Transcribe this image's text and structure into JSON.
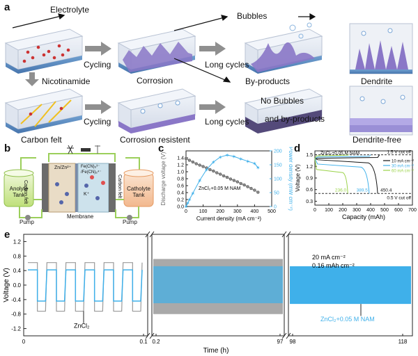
{
  "panel_a": {
    "letter": "a",
    "top_labels": {
      "electrolyte": "Electrolyte",
      "cycling": "Cycling",
      "corrosion": "Corrosion",
      "bubbles": "Bubbles",
      "long_cycles": "Long cycles",
      "by_products": "By-products",
      "dendrite": "Dendrite"
    },
    "bottom_labels": {
      "nicotinamide": "Nicotinamide",
      "carbon_felt": "Carbon felt",
      "cycling": "Cycling",
      "corrosion_resistent": "Corrosion resistent",
      "long_cycles": "Long cycles",
      "no_bubbles_1": "No Bubbles",
      "no_bubbles_2": "and by-products",
      "dendrite_free": "Dendrite-free"
    }
  },
  "panel_b": {
    "letter": "b",
    "anolyte": "Anolyte Tank",
    "catholyte": "Catholyte Tank",
    "carbon_felt_left": "Carbon felt",
    "carbon_felt_right": "Carbon felt",
    "zn_couple": "Zn/Zn²⁺",
    "fe_couple_1": "Fe(CN)₆³⁻",
    "fe_couple_2": "/Fe(CN)₆⁴⁻",
    "membrane": "Membrane",
    "pump_left": "Pump",
    "pump_right": "Pump",
    "k_label": "K⁺"
  },
  "chart_data": [
    {
      "id": "c",
      "letter": "c",
      "type": "line",
      "annotation": "ZnCl₂+0.05 M NAM",
      "xlabel": "Current density (mA cm⁻²)",
      "ylabel": "Discharge voltage (V)",
      "y2label": "Power density (mW cm⁻²)",
      "xlim": [
        0,
        500
      ],
      "ylim": [
        0,
        1.6
      ],
      "y2lim": [
        0,
        200
      ],
      "xticks": [
        "0",
        "100",
        "200",
        "300",
        "400",
        "500"
      ],
      "yticks": [
        "0.0",
        "0.2",
        "0.4",
        "0.6",
        "0.8",
        "1.0",
        "1.2",
        "1.4"
      ],
      "y2ticks": [
        "0",
        "50",
        "100",
        "150",
        "200"
      ],
      "voltage": {
        "color": "#777777",
        "x": [
          0,
          20,
          40,
          60,
          80,
          100,
          120,
          140,
          160,
          180,
          200,
          220,
          240,
          260,
          280,
          300,
          320,
          340,
          360,
          380,
          400,
          420
        ],
        "y": [
          1.38,
          1.33,
          1.28,
          1.23,
          1.19,
          1.15,
          1.11,
          1.06,
          1.02,
          0.97,
          0.93,
          0.88,
          0.84,
          0.79,
          0.75,
          0.71,
          0.66,
          0.62,
          0.57,
          0.52,
          0.47,
          0.41
        ]
      },
      "power": {
        "color": "#3fb0ea",
        "x": [
          0,
          10,
          20,
          40,
          80,
          120,
          160,
          200,
          240,
          280,
          320,
          360,
          400,
          420
        ],
        "y": [
          0,
          12,
          25,
          48,
          94,
          133,
          160,
          178,
          185,
          180,
          171,
          163,
          155,
          140
        ]
      }
    },
    {
      "id": "d",
      "letter": "d",
      "type": "line",
      "title_text": "ZnCl₂+0.05 M NAM",
      "xlabel": "Capacity (mAh)",
      "ylabel": "Voltage (V)",
      "xlim": [
        0,
        700
      ],
      "ylim": [
        0.2,
        1.6
      ],
      "xticks": [
        "0",
        "100",
        "200",
        "300",
        "400",
        "500",
        "600",
        "700"
      ],
      "yticks": [
        "0.3",
        "0.6",
        "0.9",
        "1.2",
        "1.5"
      ],
      "cutoff_high": {
        "y": 1.5,
        "label": "1.5 V cut off"
      },
      "cutoff_low": {
        "y": 0.5,
        "label": "0.5 V cut off"
      },
      "series": [
        {
          "name": "10 mA cm⁻²",
          "color": "#111111",
          "end": 450.4,
          "end_label": "450.4",
          "flat": 1.33,
          "charge": 1.43
        },
        {
          "name": "30 mA cm⁻²",
          "color": "#3fb0ea",
          "end": 389.5,
          "end_label": "389.5",
          "flat": 1.22,
          "charge": 1.46
        },
        {
          "name": "60 mA cm⁻²",
          "color": "#9bd34a",
          "end": 236.0,
          "end_label": "236.0",
          "flat": 1.08,
          "charge": 1.49
        }
      ]
    },
    {
      "id": "e",
      "letter": "e",
      "type": "line",
      "xlabel": "Time (h)",
      "ylabel": "Voltage (V)",
      "ylim": [
        -1.4,
        1.4
      ],
      "yticks": [
        "-1.2",
        "-0.8",
        "-0.4",
        "0.0",
        "0.4",
        "0.8",
        "1.2"
      ],
      "xticks": [
        "0",
        "0.1",
        "0.2",
        "97",
        "98",
        "118"
      ],
      "annotation_1": "20 mA cm⁻²",
      "annotation_2": "0.16 mAh cm⁻²",
      "series": [
        {
          "name": "ZnCl₂",
          "color": "#9a9a9a"
        },
        {
          "name": "ZnCl₂+0.05 M NAM",
          "color": "#3fb0ea"
        }
      ]
    }
  ]
}
